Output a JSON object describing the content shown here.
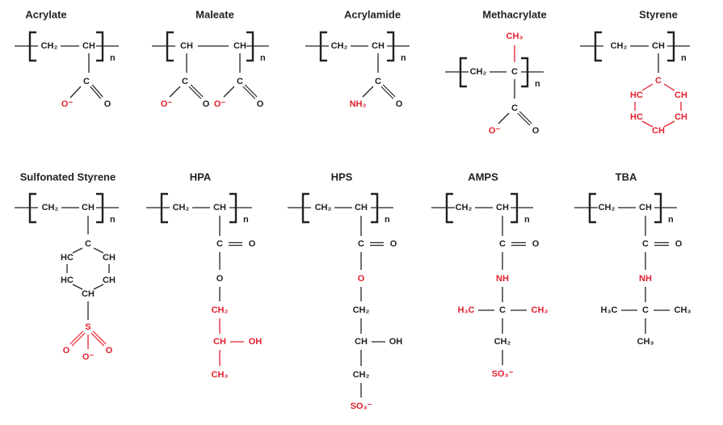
{
  "colors": {
    "default": "#222222",
    "highlight": "#e2202e"
  },
  "repeat_label": "n",
  "molecules": [
    {
      "name": "Acrylate",
      "atoms": [
        {
          "text": "CH₂"
        },
        {
          "text": "CH"
        },
        {
          "text": "C"
        },
        {
          "text": "O⁻",
          "highlight": true
        },
        {
          "text": "O"
        }
      ]
    },
    {
      "name": "Maleate",
      "atoms": [
        {
          "text": "CH"
        },
        {
          "text": "CH"
        },
        {
          "text": "C"
        },
        {
          "text": "O⁻",
          "highlight": true
        },
        {
          "text": "O"
        },
        {
          "text": "C"
        },
        {
          "text": "O⁻",
          "highlight": true
        },
        {
          "text": "O"
        }
      ]
    },
    {
      "name": "Acrylamide",
      "atoms": [
        {
          "text": "CH₂"
        },
        {
          "text": "CH"
        },
        {
          "text": "C"
        },
        {
          "text": "NH₂",
          "highlight": true
        },
        {
          "text": "O"
        }
      ]
    },
    {
      "name": "Methacrylate",
      "atoms": [
        {
          "text": "CH₃",
          "highlight": true
        },
        {
          "text": "CH₂"
        },
        {
          "text": "C"
        },
        {
          "text": "C"
        },
        {
          "text": "O⁻",
          "highlight": true
        },
        {
          "text": "O"
        }
      ]
    },
    {
      "name": "Styrene",
      "atoms": [
        {
          "text": "CH₂"
        },
        {
          "text": "CH"
        },
        {
          "text": "C",
          "highlight": true
        },
        {
          "text": "HC",
          "highlight": true
        },
        {
          "text": "CH",
          "highlight": true
        },
        {
          "text": "HC",
          "highlight": true
        },
        {
          "text": "CH",
          "highlight": true
        },
        {
          "text": "CH",
          "highlight": true
        }
      ]
    },
    {
      "name": "Sulfonated Styrene",
      "atoms": [
        {
          "text": "CH₂"
        },
        {
          "text": "CH"
        },
        {
          "text": "C"
        },
        {
          "text": "HC"
        },
        {
          "text": "CH"
        },
        {
          "text": "HC"
        },
        {
          "text": "CH"
        },
        {
          "text": "CH"
        },
        {
          "text": "S",
          "highlight": true
        },
        {
          "text": "O",
          "highlight": true
        },
        {
          "text": "O⁻",
          "highlight": true
        },
        {
          "text": "O",
          "highlight": true
        }
      ]
    },
    {
      "name": "HPA",
      "atoms": [
        {
          "text": "CH₂"
        },
        {
          "text": "CH"
        },
        {
          "text": "C"
        },
        {
          "text": "O"
        },
        {
          "text": "O"
        },
        {
          "text": "CH₂",
          "highlight": true
        },
        {
          "text": "CH",
          "highlight": true
        },
        {
          "text": "OH",
          "highlight": true
        },
        {
          "text": "CH₃",
          "highlight": true
        }
      ]
    },
    {
      "name": "HPS",
      "atoms": [
        {
          "text": "CH₂"
        },
        {
          "text": "CH"
        },
        {
          "text": "C"
        },
        {
          "text": "O"
        },
        {
          "text": "O",
          "highlight": true
        },
        {
          "text": "CH₂"
        },
        {
          "text": "CH"
        },
        {
          "text": "OH"
        },
        {
          "text": "CH₂"
        },
        {
          "text": "SO₃⁻",
          "highlight": true
        }
      ]
    },
    {
      "name": "AMPS",
      "atoms": [
        {
          "text": "CH₂"
        },
        {
          "text": "CH"
        },
        {
          "text": "C"
        },
        {
          "text": "O"
        },
        {
          "text": "NH",
          "highlight": true
        },
        {
          "text": "H₃C",
          "highlight": true
        },
        {
          "text": "C"
        },
        {
          "text": "CH₃",
          "highlight": true
        },
        {
          "text": "CH₂"
        },
        {
          "text": "SO₃⁻",
          "highlight": true
        }
      ]
    },
    {
      "name": "TBA",
      "atoms": [
        {
          "text": "CH₂"
        },
        {
          "text": "CH"
        },
        {
          "text": "C"
        },
        {
          "text": "O"
        },
        {
          "text": "NH",
          "highlight": true
        },
        {
          "text": "H₃C"
        },
        {
          "text": "C"
        },
        {
          "text": "CH₃"
        },
        {
          "text": "CH₃"
        }
      ]
    }
  ]
}
